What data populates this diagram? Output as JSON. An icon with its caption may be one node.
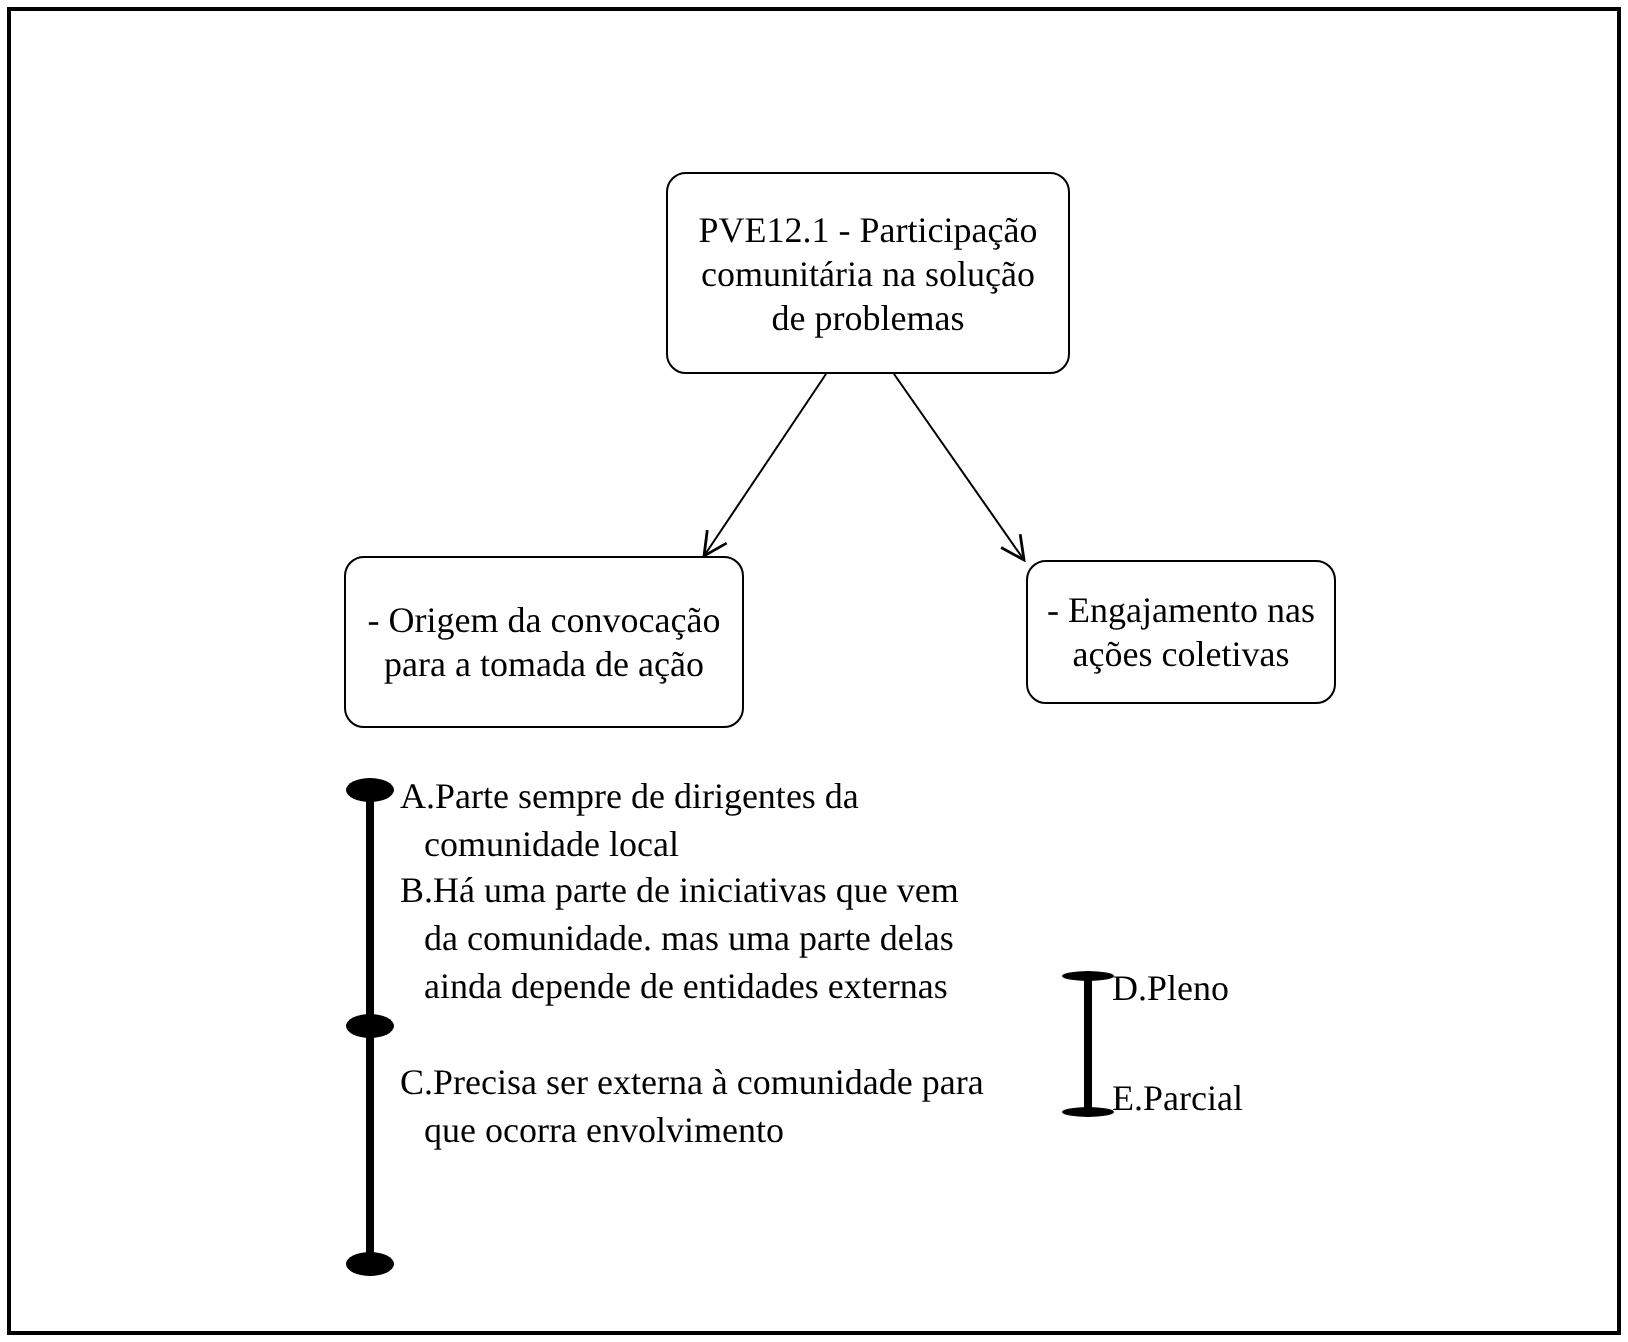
{
  "diagram": {
    "nodes": [
      {
        "text": [
          "PVE12.1 - Participação comunitária na solução de problemas"
        ]
      },
      {
        "text": [
          "- Origem da convocação para a tomada de ação"
        ]
      },
      {
        "text": [
          "- Engajamento nas ações coletivas"
        ]
      }
    ],
    "edges": [
      {
        "from": 0,
        "to": 1,
        "arrow": "to"
      },
      {
        "from": 0,
        "to": 2,
        "arrow": "to"
      }
    ],
    "labels": [
      "A.Parte sempre de dirigentes da comunidade local",
      "B.Há uma parte de iniciativas que vem da comunidade. mas uma parte delas ainda depende de entidades externas",
      "D.Pleno",
      "E.Parcial",
      "C.Precisa ser externa à comunidade para  que ocorra envolvimento"
    ]
  }
}
